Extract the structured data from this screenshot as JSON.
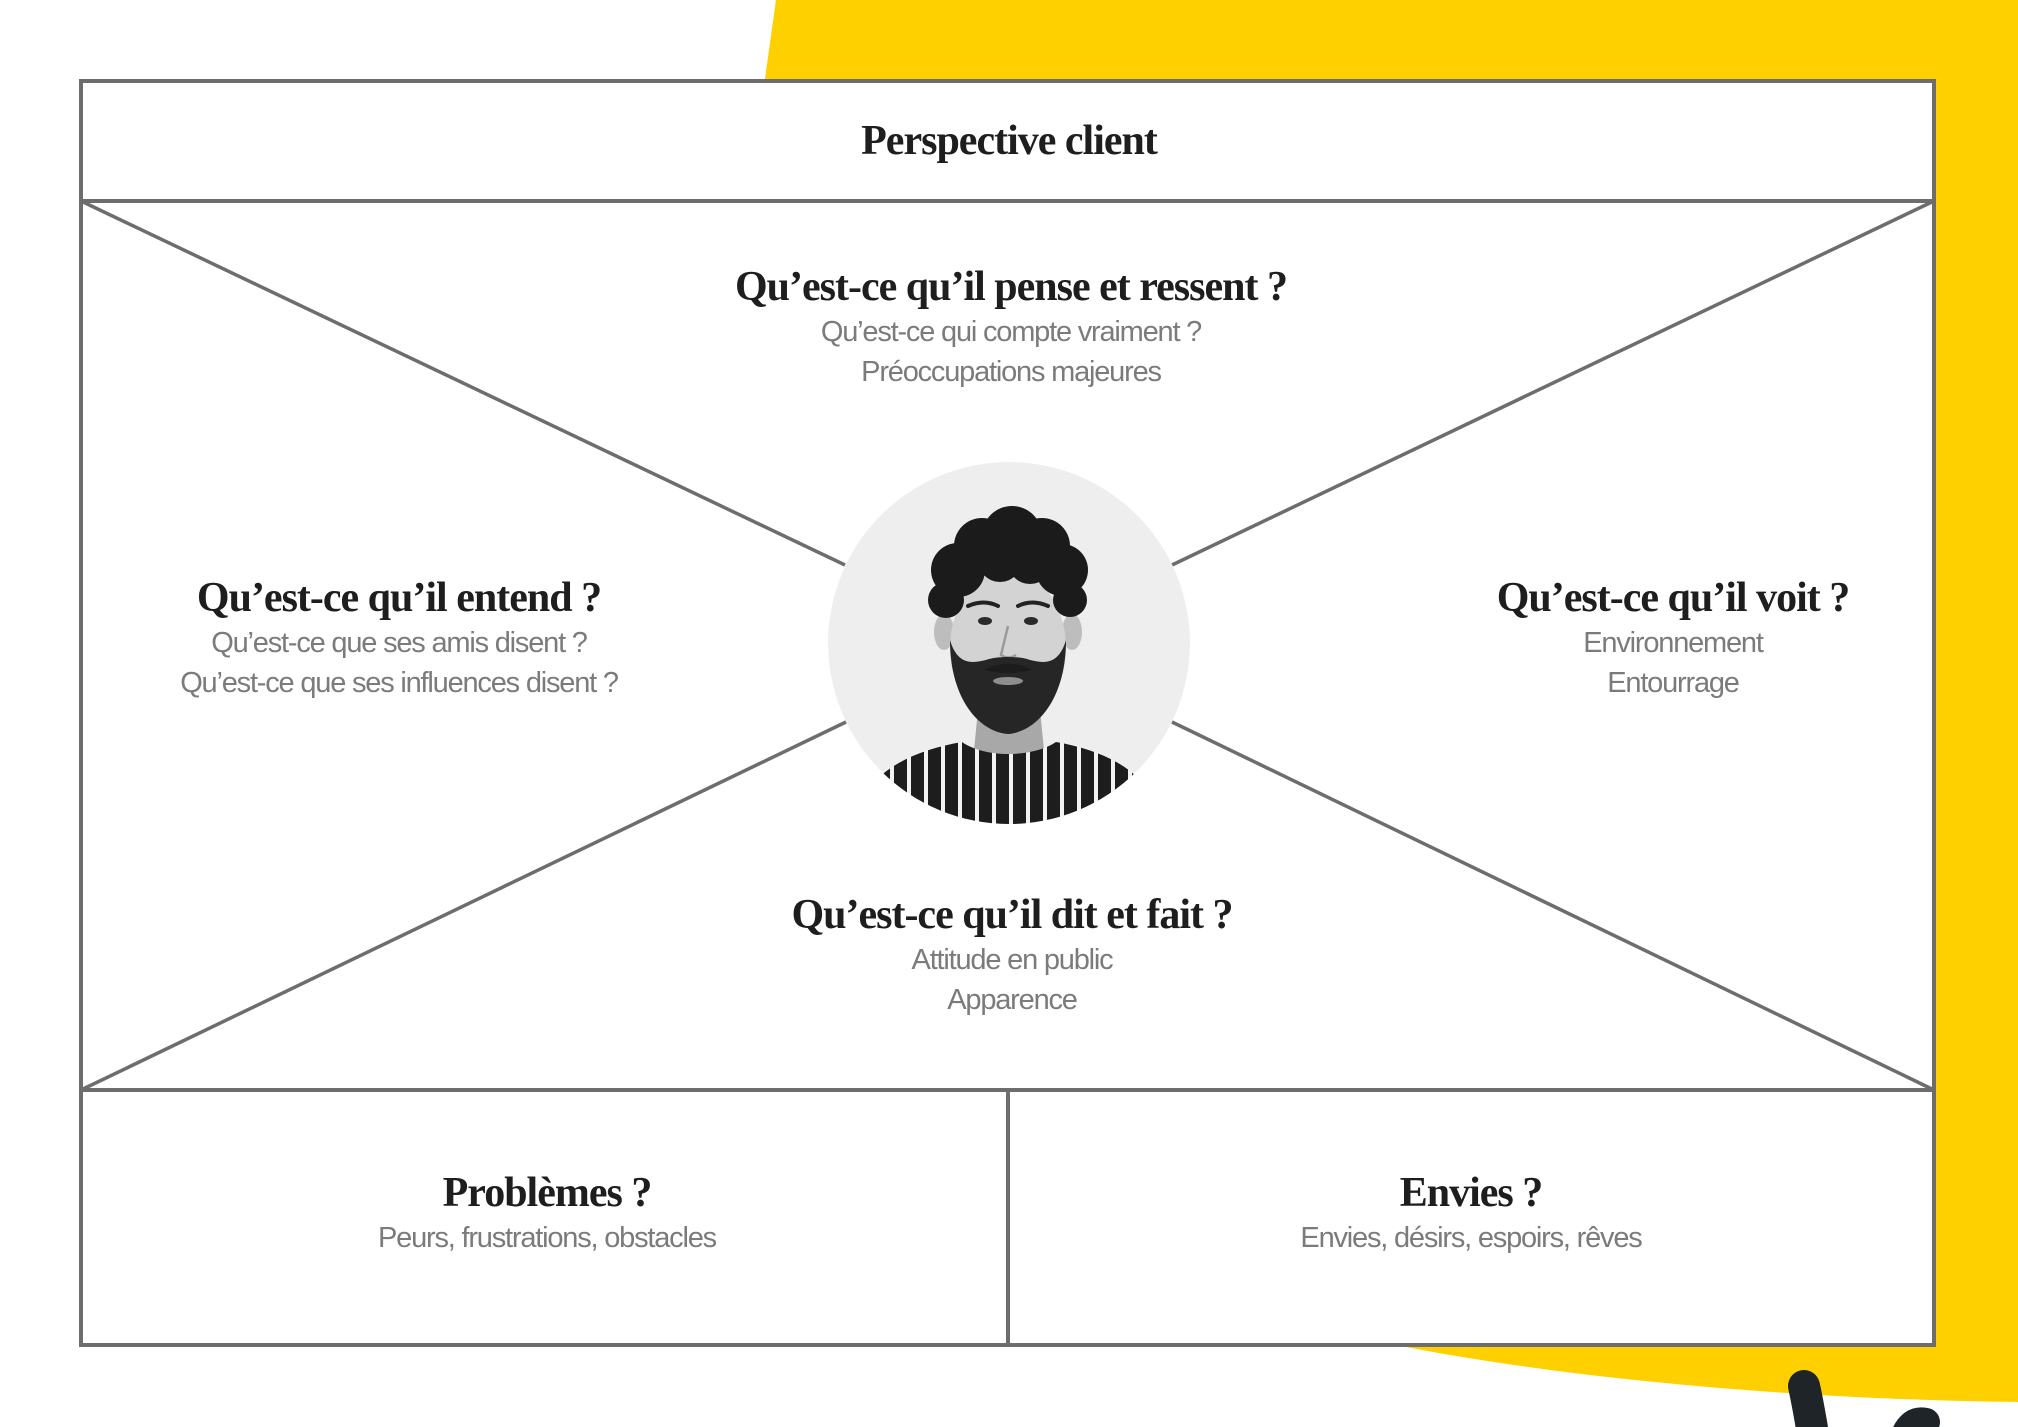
{
  "header": {
    "title": "Perspective client"
  },
  "sections": {
    "thinks_feels": {
      "title": "Qu’est-ce qu’il pense et ressent ?",
      "lines": [
        "Qu’est-ce qui compte vraiment ?",
        "Préoccupations majeures"
      ]
    },
    "hears": {
      "title": "Qu’est-ce qu’il entend ?",
      "lines": [
        "Qu’est-ce que ses amis disent ?",
        "Qu’est-ce que ses influences disent ?"
      ]
    },
    "sees": {
      "title": "Qu’est-ce qu’il voit ?",
      "lines": [
        "Environnement",
        "Entourrage"
      ]
    },
    "says_does": {
      "title": "Qu’est-ce qu’il dit et fait ?",
      "lines": [
        "Attitude en public",
        "Apparence"
      ]
    },
    "pains": {
      "title": "Problèmes ?",
      "lines": [
        "Peurs, frustrations, obstacles"
      ]
    },
    "gains": {
      "title": "Envies ?",
      "lines": [
        "Envies, désirs, espoirs, rêves"
      ]
    }
  },
  "icons": {
    "center": "portrait-photo"
  },
  "colors": {
    "accent": "#ffd000",
    "border": "#6d6d6d",
    "title": "#1e1e1e",
    "sub": "#7b7b7b",
    "ink": "#1e2428"
  }
}
